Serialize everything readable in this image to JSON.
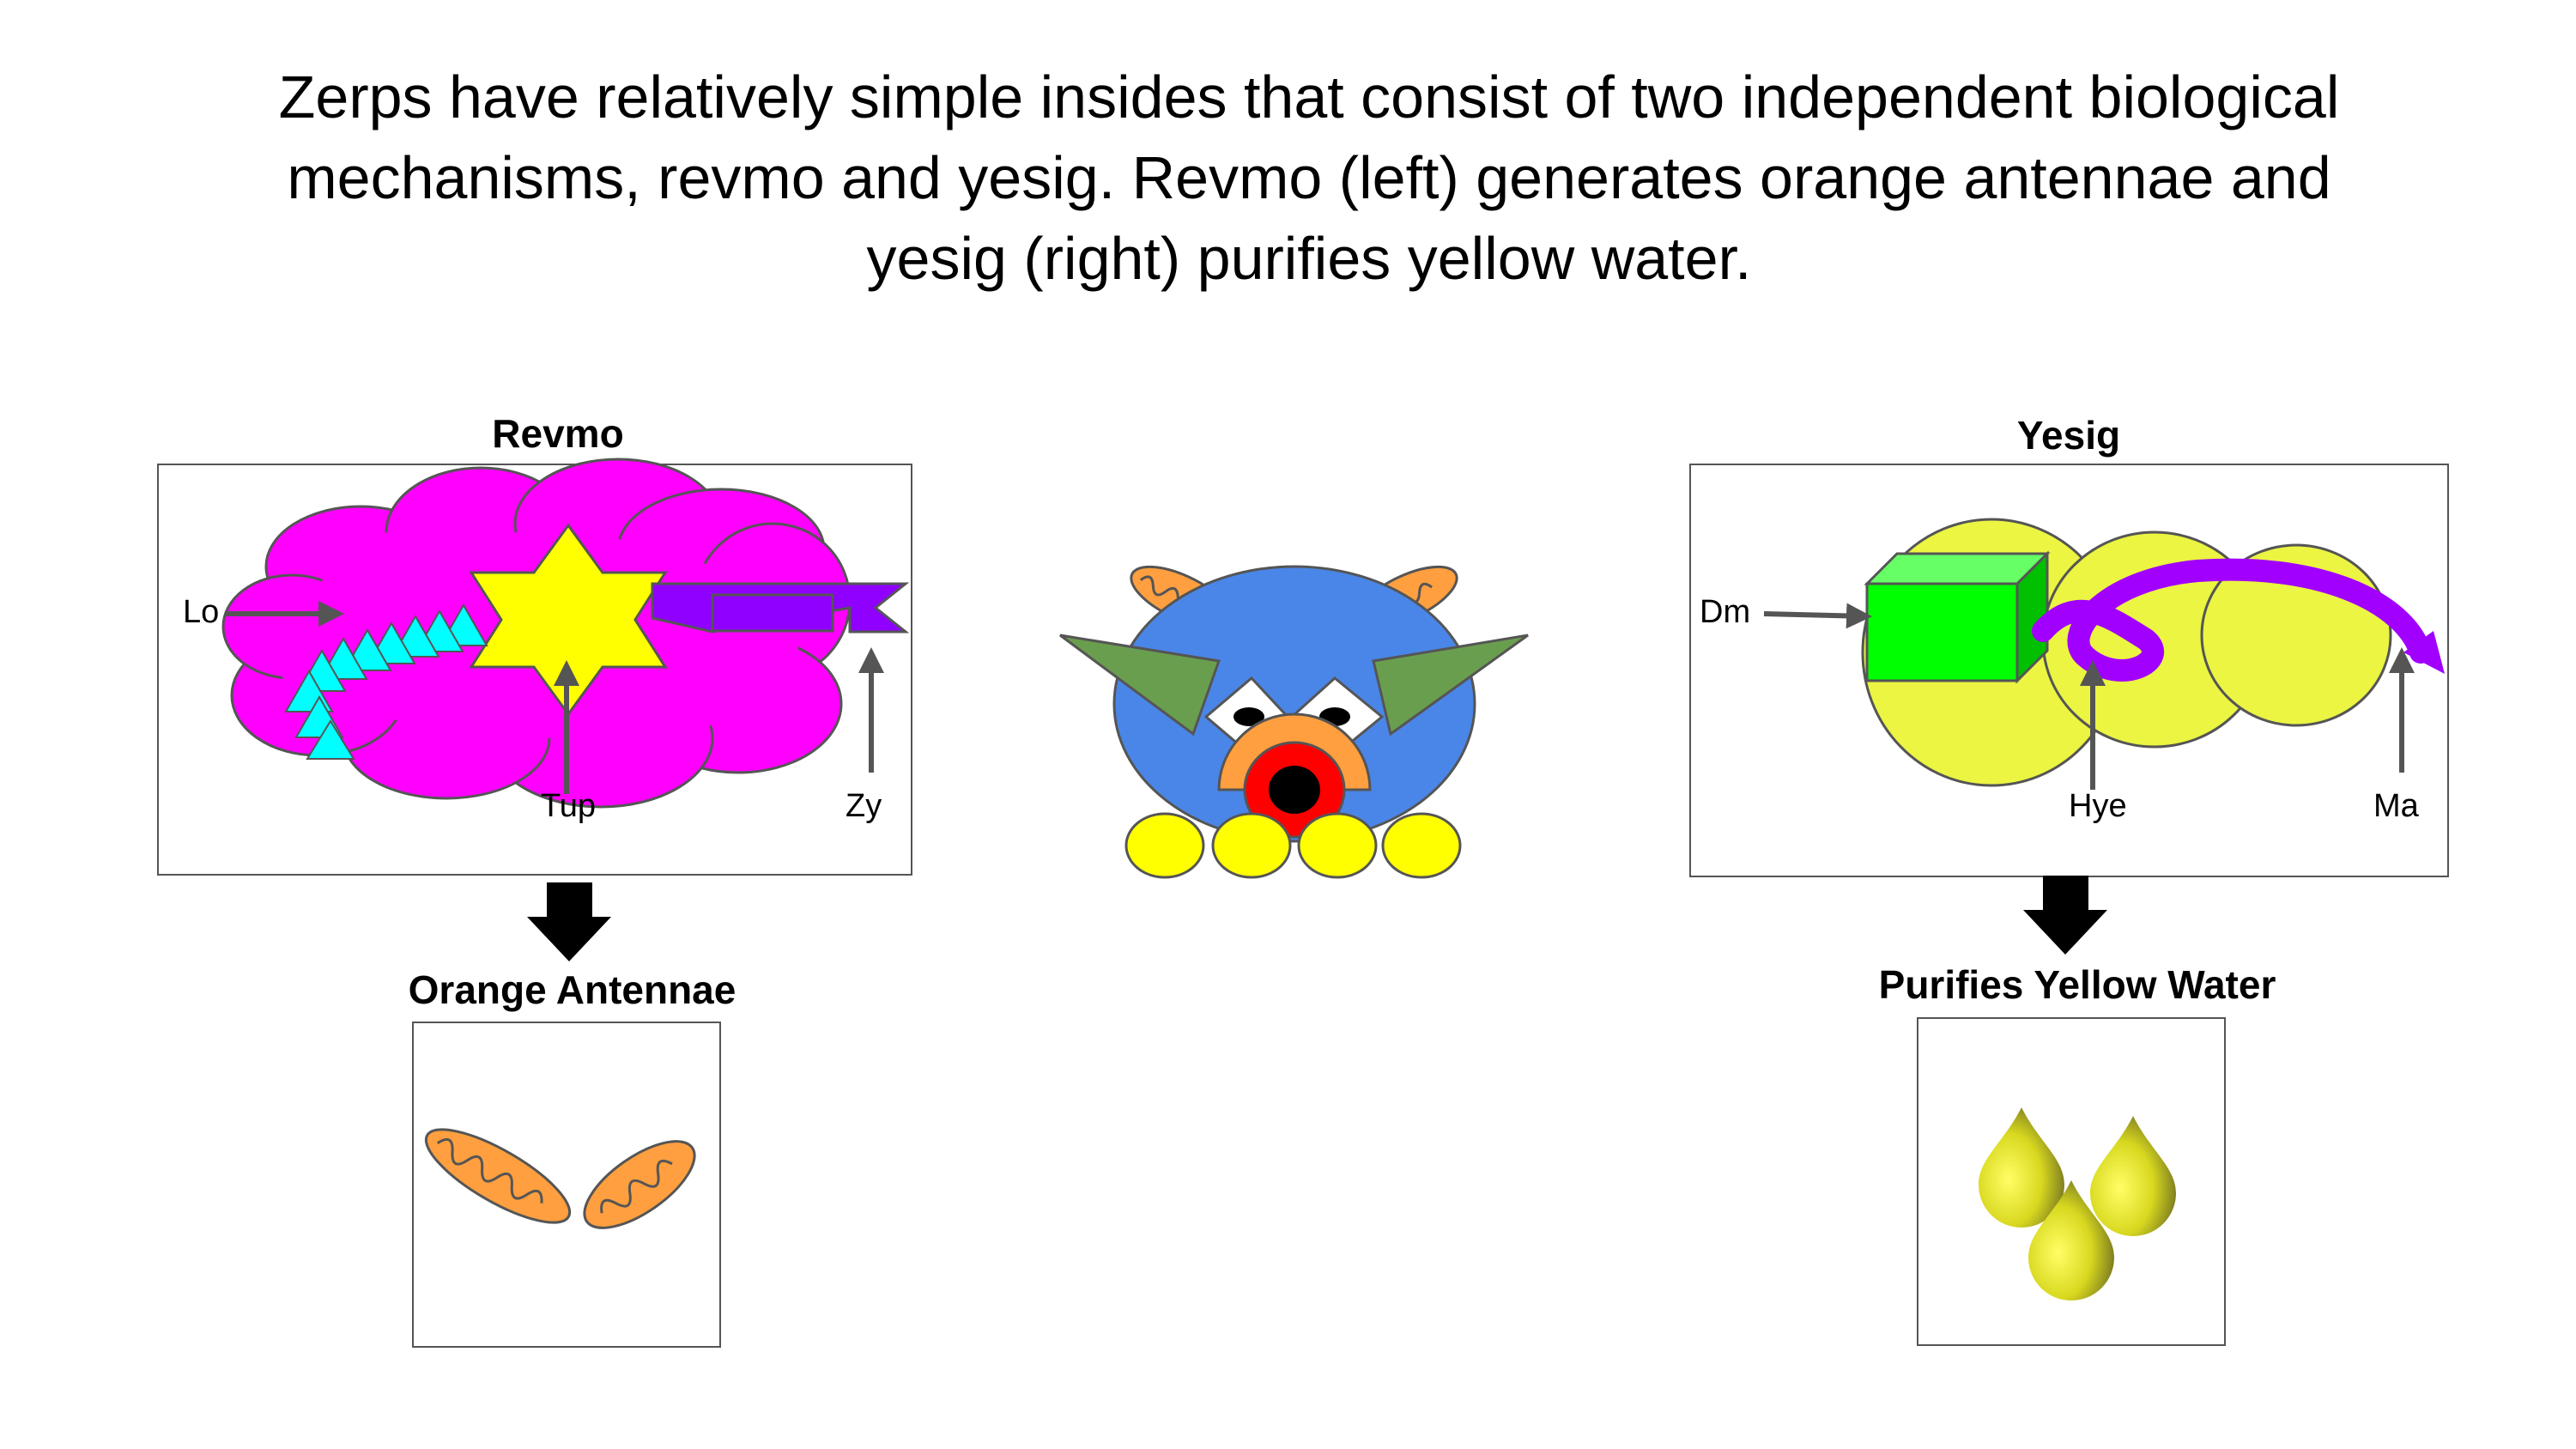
{
  "caption": {
    "line1": "Zerps have relatively simple insides that consist of two independent biological",
    "line2": "mechanisms, revmo and yesig. Revmo (left) generates orange antennae and",
    "line3": "yesig (right) purifies yellow water."
  },
  "revmo": {
    "title": "Revmo",
    "parts": {
      "lo": "Lo",
      "tup": "Tup",
      "zy": "Zy"
    },
    "output": "Orange Antennae"
  },
  "yesig": {
    "title": "Yesig",
    "parts": {
      "dm": "Dm",
      "hye": "Hye",
      "ma": "Ma"
    },
    "output": "Purifies Yellow Water"
  },
  "colors": {
    "cloud": "#ff00ff",
    "star": "#ffff00",
    "triangles": "#00ffff",
    "ribbon": "#8f00ff",
    "circles": "#ebf542",
    "cube": "#00ff00",
    "antenna": "#ff9f3f",
    "zerp_body": "#4a86e8",
    "zerp_ears": "#6a9e4f",
    "zerp_mouth": "#ff0000",
    "zerp_feet": "#ffff00",
    "arrow": "#555555",
    "down_arrow": "#000000"
  }
}
